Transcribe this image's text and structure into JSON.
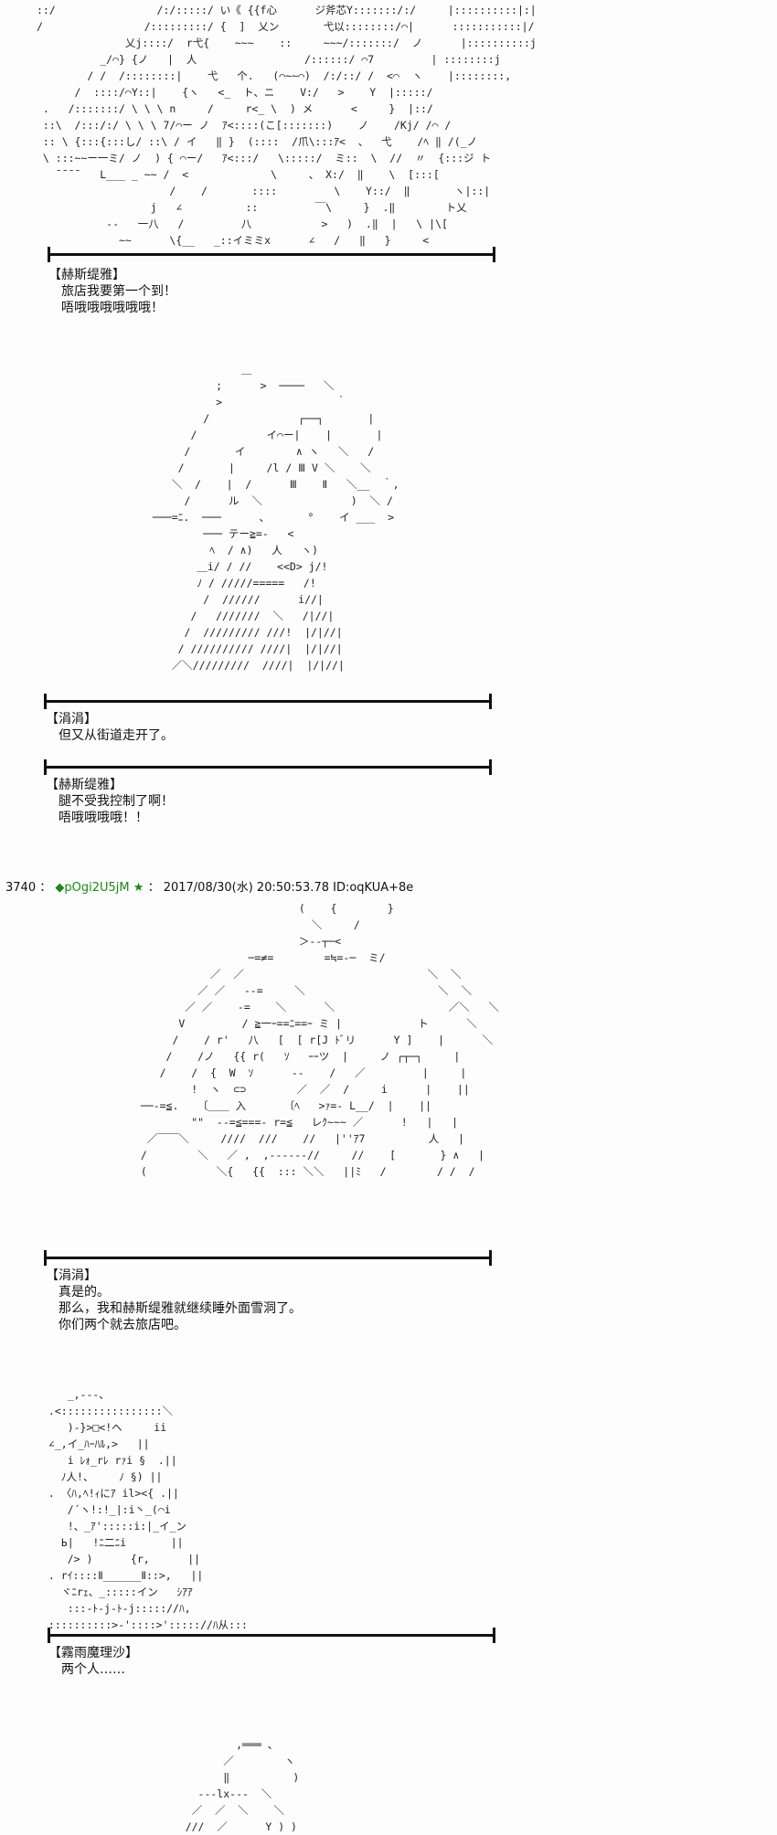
{
  "art": {
    "top": "::/                /:/:::::/ い《 {{f心      ジ斧芯Y:::::::/:/     |::::::::::|:|\n/                /:::::::::/ {  ]  乂ン       弋以::::::::/⌒|      :::::::::::|/\n              乂j::::/  r弋{    ~~~    ::     ~~~/:::::::/  ノ      |::::::::::j\n          _/⌒} {ノ   |  人                 /::::::/ ⌒7         | ::::::::j\n        / /  /::::::::|    弋   个.   (⌒~~⌒)  /:/::/ /  <⌒  ヽ    |::::::::,\n      /  ::::/⌒Y::|    {ヽ   <_  ト、ニ    V:/   >    Y  |:::::/\n .   /:::::::/ \\ \\ \\ n     /     r<_ \\  ) メ      <     }  |::/\n ::\\  /:::/:/ \\ \\ \\ 7/⌒ー ノ  ｱ<::::(こ[:::::::)    ノ    /Kj/ /⌒ /\n :: \\ {:::{:::し/ ::\\ / イ   ‖ }  (::::  /爪\\:::ｱ<  、  弋    /ﾍ ‖ /(_ノ\n \\ :::~~ー一ミ/ ノ  ) { ⌒ー/   ｱ<:::/   \\:::::/  ミ::  \\  //  〃  {:::ジ ト\n   ̄ ̄ ̄ ̄    L___ _ ~~ /  <             \\     、 X:/  ‖    \\  [:::[\n                     /    /       ::::         \\    Y::/  ‖       ヽ|::|\n                  j   ∠          ::         ￣\\     }  .‖        ト乂\n           --   一八   /         八           >   )  .‖  |   \\ |\\[\n             ~~      \\{__   _::イミミx      ∠   /   ‖   }     <",
    "mid": "               ＿\n           ;      >  ────   ＼\n           >                  ｀\n         /              ┌──┐       |\n       /           イ⌒ー|    |       |\n      /       イ        ∧ ヽ   ＼   /\n     /       |     /l / Ⅲ V ＼    ＼\n    ＼  /    |  /      Ⅲ    Ⅱ   ＼__  ｀,\n      /      ル  ＼              )  ＼ /\n ───=ﾆ.  ───      、      °    イ ___  >\n         ─── テー≧=-   <\n          ﾍ  / ∧)   人   ヽ)\n        ＿i/ / //    <<D> j/!\n        ﾉ / /////=====   /!\n         /  //////      i//|\n       /   ///////  ＼   /|//|\n      /  ///////// ///!  |/|//|\n     / ////////// ////|  |/|//|\n    ／＼/////////  ////|  |/|//|",
    "big": "                           (    {        }\n                             ＼     /\n                           ＞‐‐┬─<\n                   ─=≠=        =≒=-─  ミ/\n             ／  ／                             ＼  ＼\n           ／ ／   -‐=     ＼                     ＼  ＼\n         ／ ／    ‐=    ＼      ＼                  ／＼   ＼\n        V         / ≧一ｰ==ﾆ==ｰ ミ |            ト      ＼\n       /    / r'   八   [  [ r[J ﾄﾞリ      Y ]    |      ＼\n      /    /ノ   {{ r(   ｿ   ｰｰツ  |     ノ ┌┬─┐     |\n     /    /  {  W  ｿ      ‐‐    /   ／         |     |\n          !  ヽ  ⊂⊃        ／  ／  /     i      |    ||\n  ──‐=≦.   〔＿＿ 入      〔ﾍ   >ｧ=- L__/  |    ||\n          \"\"  --=≦===‐ r=≦   レｸ~~~ ／      !   |   |\n   ／￣￣＼     ////  ///    //   |''ｱ7          人   |\n  /        ＼   ／ ,  ,-‐‐‐‐‐//     //    [       } ∧   |\n  (           ＼{   {{  ::: ＼＼   ||ﾐ   /        / /  /",
    "marisa": "    _,-‐-、\n .<::::::::::::::::＼\n    )-}>□<!ヘ     ii\n ∠_,イ_ﾊｰﾊﾙ,>   ||\n    i ﾚｫ_rﾚ rｧi §  .||\n   ﾉ人!、    ﾉ §) ||\n . 〈ﾊ,ﾍ!ｨにｱ il><{ .||\n    /´ヽ!:!_|:i丶_(⌒i\n    !、_ｱ':::::i:|_イ_ン\n   Ь|   !ﾆ二ﾆi       ||\n    /> )      {r,      ||\n . rｲ::::Ⅱ______Ⅱ::>,   ||\n   ヾﾆrｪ、_:::::イン   ｼｱｱ\n    :::‐ﾄ-j‐ﾄ-j::::://ﾊ,\n ::::::::::>‐'::::>'::::://ﾊ从:::",
    "last": "            ,═══ 、\n          ／        ヽ\n          ‖          )\n      --‐lx‐‐‐  ＼\n     ／  ／  ＼    ＼\n    ///  ／      Y ) )"
  },
  "dialogues": [
    {
      "speaker": "【赫斯缇雅】",
      "lines": [
        "旅店我要第一个到！",
        "唔哦哦哦哦哦哦！"
      ]
    },
    {
      "speaker": "【涓涓】",
      "lines": [
        "但又从街道走开了。"
      ]
    },
    {
      "speaker": "【赫斯缇雅】",
      "lines": [
        "腿不受我控制了啊！",
        "唔哦哦哦哦！！"
      ]
    },
    {
      "speaker": "【涓涓】",
      "lines": [
        "真是的。",
        "那么，我和赫斯缇雅就继续睡外面雪洞了。",
        "你们两个就去旅店吧。"
      ]
    },
    {
      "speaker": "【霧雨魔理沙】",
      "lines": [
        "两个人……"
      ]
    }
  ],
  "post_header": {
    "number": "3740",
    "sep": "：",
    "diamond": "◆",
    "trip": "pOgi2U5jM",
    "star": "★",
    "sep2": "：",
    "datetime": "2017/08/30(水) 20:50:53.78",
    "id": "ID:oqKUA+8e"
  },
  "colors": {
    "trip": "#1a8a1a"
  }
}
